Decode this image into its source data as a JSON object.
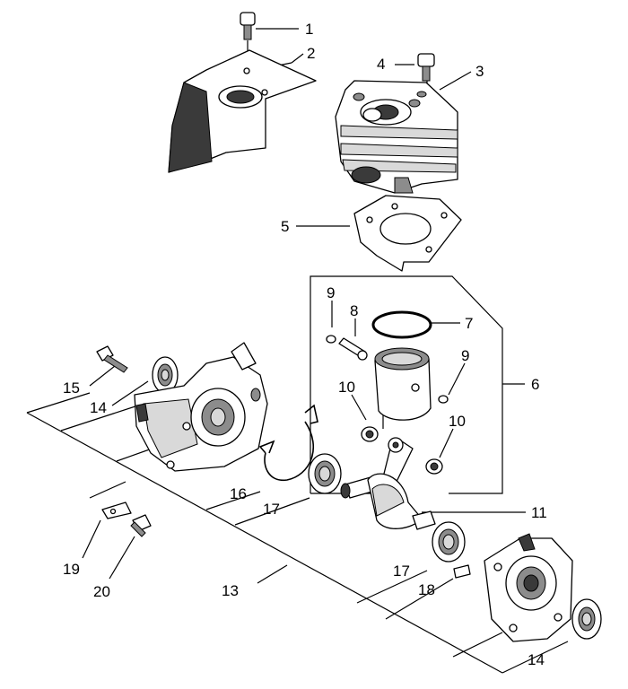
{
  "labels": {
    "l1": "1",
    "l2": "2",
    "l3": "3",
    "l4": "4",
    "l5": "5",
    "l6": "6",
    "l7": "7",
    "l8": "8",
    "l9a": "9",
    "l9b": "9",
    "l10a": "10",
    "l10b": "10",
    "l11": "11",
    "l13": "13",
    "l14a": "14",
    "l14b": "14",
    "l15": "15",
    "l16": "16",
    "l17a": "17",
    "l17b": "17",
    "l18": "18",
    "l19": "19",
    "l20": "20"
  }
}
